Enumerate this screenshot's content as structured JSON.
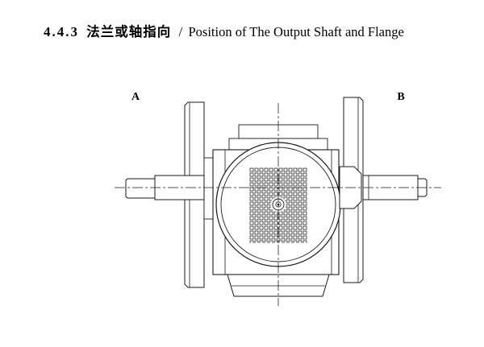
{
  "title": {
    "number": "4.4.3",
    "chinese": "法兰或轴指向",
    "separator": "/",
    "english": "Position of The Output Shaft and Flange"
  },
  "diagram": {
    "labels": {
      "a": "A",
      "b": "B"
    },
    "line_color": "#1a1a1a",
    "background_color": "#ffffff"
  }
}
